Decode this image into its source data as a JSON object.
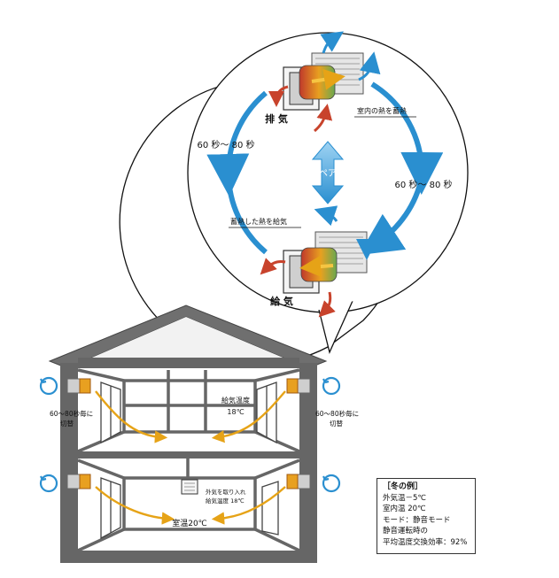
{
  "callout": {
    "exhaust_label": "排 気",
    "supply_label": "給 気",
    "store_heat_label": "室内の熱を蓄熱",
    "release_heat_label": "蓄熱した熱を給気",
    "cycle_left": "60 秒～ 80 秒",
    "cycle_right": "60 秒～ 80 秒",
    "pair_label": "ペア"
  },
  "house": {
    "upper_temp_label": "給気温度",
    "upper_temp_value": "18℃",
    "room_temp": "室温20℃",
    "unit_label_line1": "外気を取り入れ",
    "unit_label_line2": "給気温度 18℃",
    "switch_left_line1": "60～80秒毎に",
    "switch_left_line2": "切替",
    "switch_right_line1": "60～80秒毎に",
    "switch_right_line2": "切替"
  },
  "winter_example": {
    "title": "［冬の例］",
    "lines": [
      "外気温－5℃",
      "室内温 20℃",
      "モード：静音モード",
      "静音運転時の",
      "平均温度交換効率：92%"
    ]
  },
  "colors": {
    "blue_arrow": "#2a8fd0",
    "red_arrow": "#c8432c",
    "orange_arrow": "#e6a317",
    "house_frame": "#555555"
  }
}
